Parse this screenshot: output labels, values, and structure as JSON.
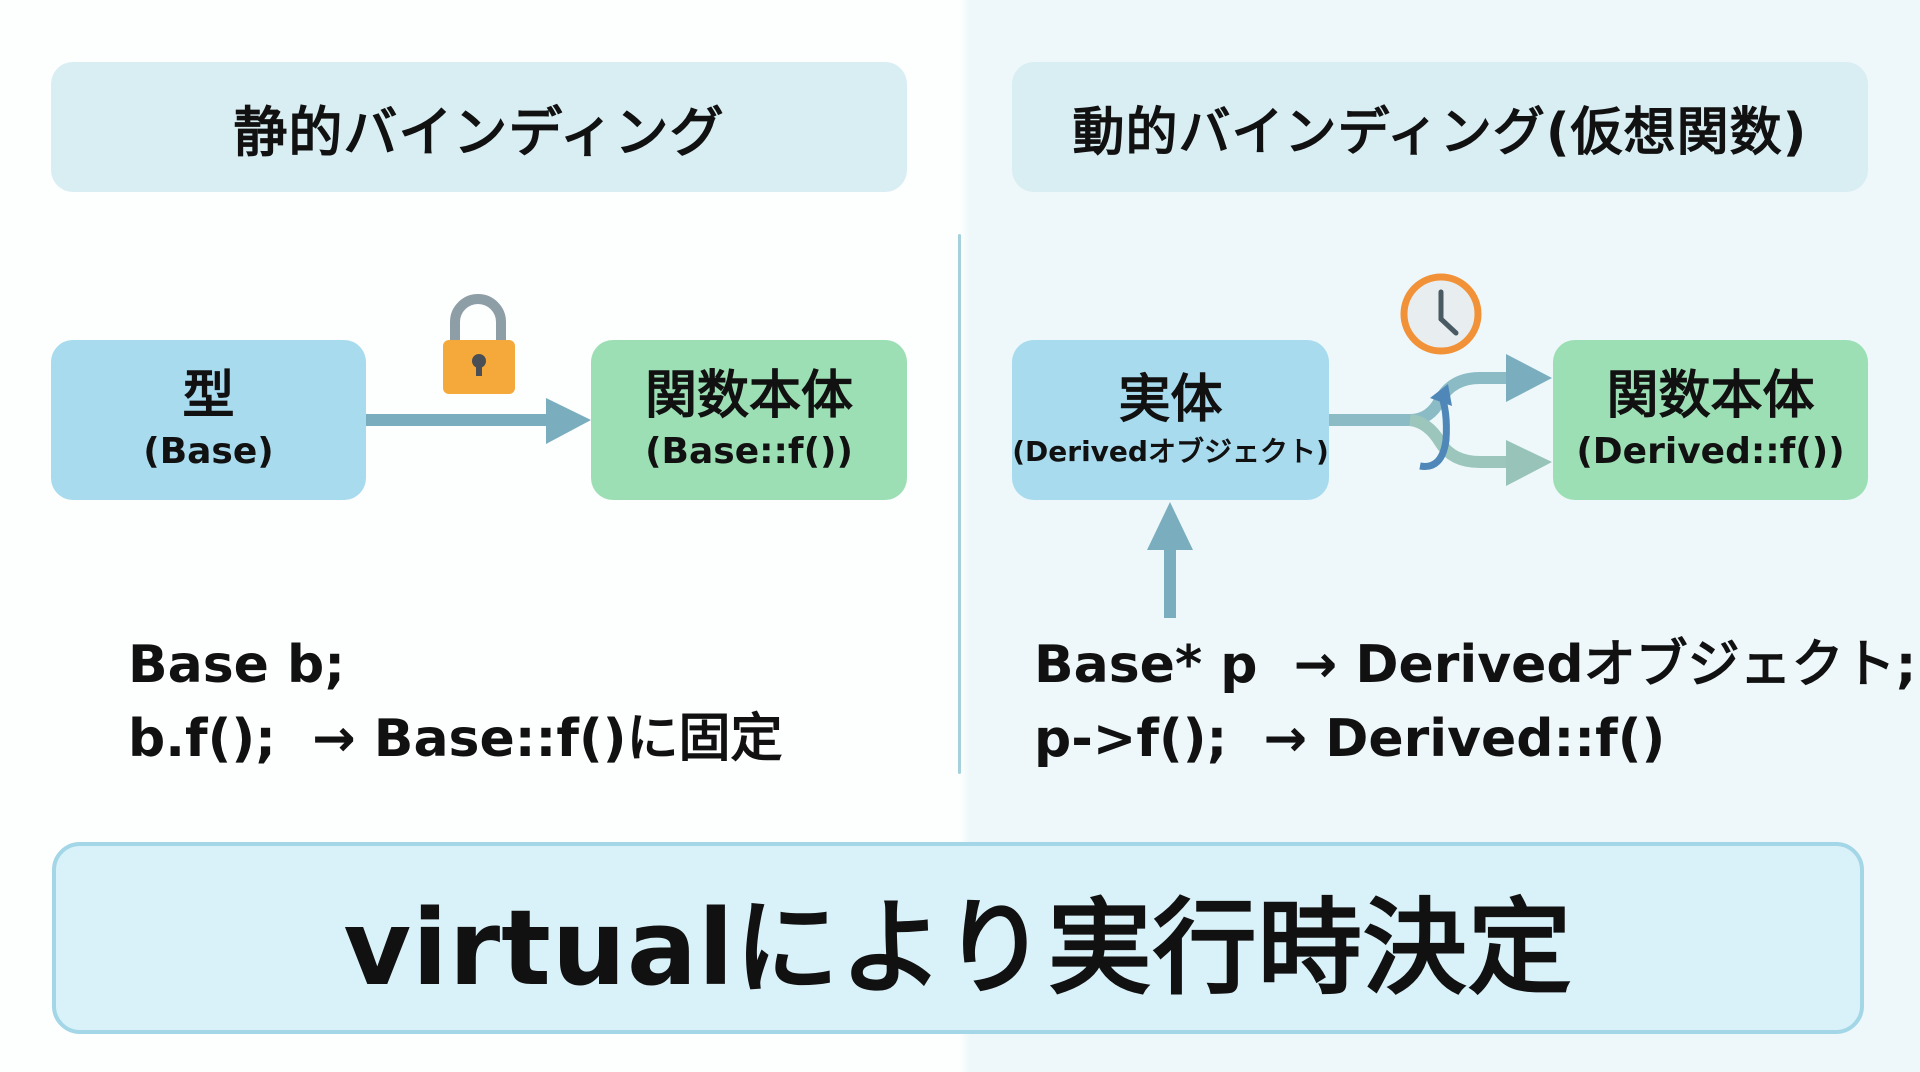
{
  "static_section": {
    "title": "静的バインディング",
    "source_node": {
      "main": "型",
      "sub": "(Base)"
    },
    "target_node": {
      "main": "関数本体",
      "sub": "(Base::f())"
    },
    "connector_icon": "lock-icon",
    "code_lines": [
      "Base b;",
      "b.f();  → Base::f()に固定"
    ]
  },
  "dynamic_section": {
    "title": "動的バインディング(仮想関数)",
    "source_node": {
      "main": "実体",
      "sub": "(Derivedオブジェクト)"
    },
    "target_node": {
      "main": "関数本体",
      "sub": "(Derived::f())"
    },
    "connector_icon": "clock-icon",
    "code_lines": [
      "Base* p  → Derivedオブジェクト;",
      "p->f();  → Derived::f()"
    ]
  },
  "summary": {
    "text": "virtualにより実行時決定"
  },
  "colors": {
    "header_bg": "#d9eef3",
    "blue_node": "#a8dbee",
    "green_node": "#9ddfb5",
    "arrow": "#7aaebf",
    "lock_body": "#f5a93a",
    "lock_shackle": "#8e9ea6",
    "clock_ring": "#f29238",
    "summary_border": "#a3d6e6"
  }
}
